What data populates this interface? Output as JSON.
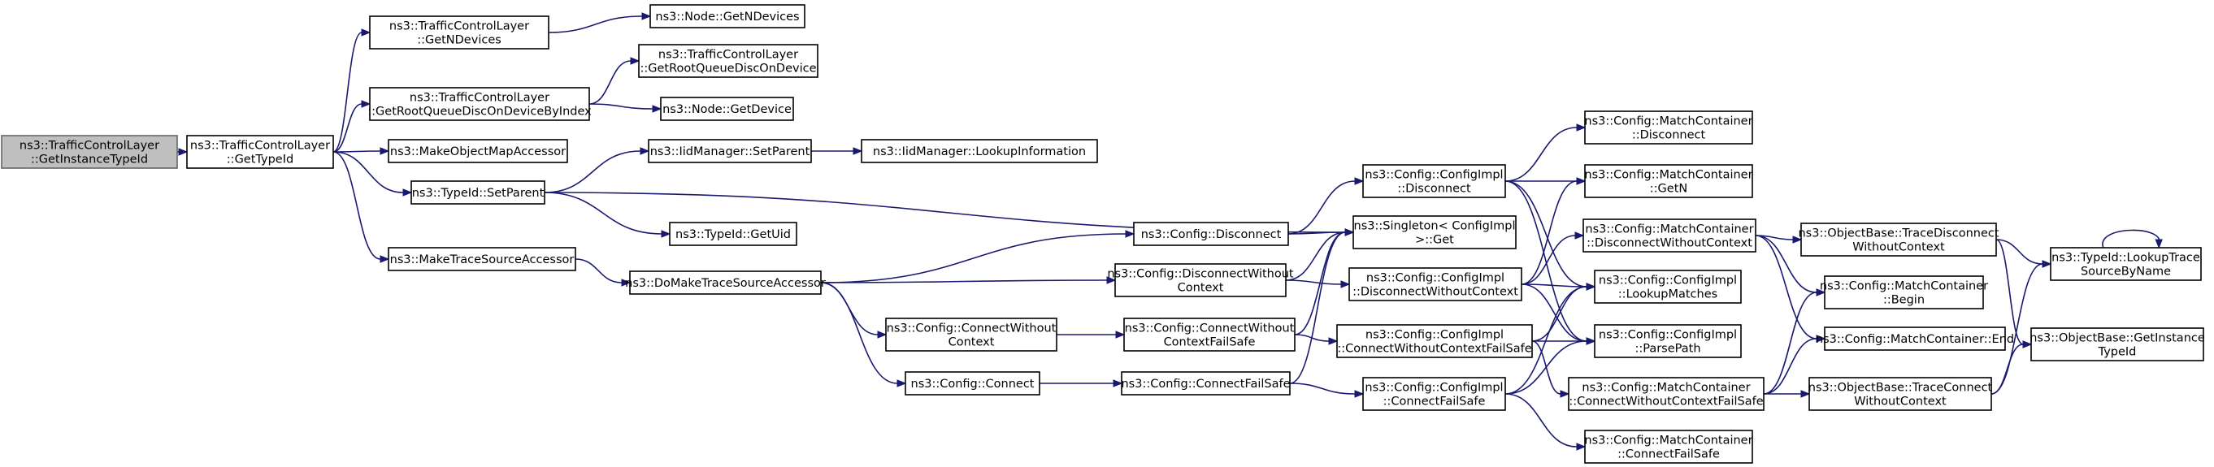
{
  "title": "",
  "nodes": {
    "root": [
      "ns3::TrafficControlLayer",
      "::GetInstanceTypeId"
    ],
    "gettypeid": [
      "ns3::TrafficControlLayer",
      "::GetTypeId"
    ],
    "getndev_tcl": [
      "ns3::TrafficControlLayer",
      "::GetNDevices"
    ],
    "node_getndev": [
      "ns3::Node::GetNDevices"
    ],
    "getrootbyindex": [
      "ns3::TrafficControlLayer",
      "::GetRootQueueDiscOnDeviceByIndex"
    ],
    "getrootondev": [
      "ns3::TrafficControlLayer",
      "::GetRootQueueDiscOnDevice"
    ],
    "node_getdev": [
      "ns3::Node::GetDevice"
    ],
    "mkmap": [
      "ns3::MakeObjectMapAccessor"
    ],
    "setparent": [
      "ns3::TypeId::SetParent"
    ],
    "iid_setparent": [
      "ns3::IidManager::SetParent"
    ],
    "iid_lookupinfo": [
      "ns3::IidManager::LookupInformation"
    ],
    "getuid": [
      "ns3::TypeId::GetUid"
    ],
    "mktrace": [
      "ns3::MakeTraceSourceAccessor"
    ],
    "domktrace": [
      "ns3::DoMakeTraceSourceAccessor"
    ],
    "cfg_disconnect": [
      "ns3::Config::Disconnect"
    ],
    "cfg_discwc": [
      "ns3::Config::DisconnectWithout",
      "Context"
    ],
    "cfg_connwc": [
      "ns3::Config::ConnectWithout",
      "Context"
    ],
    "cfg_connect": [
      "ns3::Config::Connect"
    ],
    "cfg_connwcfs": [
      "ns3::Config::ConnectWithout",
      "ContextFailSafe"
    ],
    "cfg_connfs": [
      "ns3::Config::ConnectFailSafe"
    ],
    "impl_disconnect": [
      "ns3::Config::ConfigImpl",
      "::Disconnect"
    ],
    "singleton": [
      "ns3::Singleton< ConfigImpl",
      " >::Get"
    ],
    "impl_discwc": [
      "ns3::Config::ConfigImpl",
      "::DisconnectWithoutContext"
    ],
    "impl_connwcfs": [
      "ns3::Config::ConfigImpl",
      "::ConnectWithoutContextFailSafe"
    ],
    "impl_connfs": [
      "ns3::Config::ConfigImpl",
      "::ConnectFailSafe"
    ],
    "mc_disconnect": [
      "ns3::Config::MatchContainer",
      "::Disconnect"
    ],
    "mc_getn": [
      "ns3::Config::MatchContainer",
      "::GetN"
    ],
    "mc_discwc": [
      "ns3::Config::MatchContainer",
      "::DisconnectWithoutContext"
    ],
    "impl_lookup": [
      "ns3::Config::ConfigImpl",
      "::LookupMatches"
    ],
    "impl_parse": [
      "ns3::Config::ConfigImpl",
      "::ParsePath"
    ],
    "mc_connwcfs": [
      "ns3::Config::MatchContainer",
      "::ConnectWithoutContextFailSafe"
    ],
    "mc_connfs": [
      "ns3::Config::MatchContainer",
      "::ConnectFailSafe"
    ],
    "ob_tracedisc": [
      "ns3::ObjectBase::TraceDisconnect",
      "WithoutContext"
    ],
    "mc_begin": [
      "ns3::Config::MatchContainer",
      "::Begin"
    ],
    "mc_end": [
      "ns3::Config::MatchContainer::End"
    ],
    "ob_traceconn": [
      "ns3::ObjectBase::TraceConnect",
      "WithoutContext"
    ],
    "typeid_lookup": [
      "ns3::TypeId::LookupTrace",
      "SourceByName"
    ],
    "ob_getinst": [
      "ns3::ObjectBase::GetInstance",
      "TypeId"
    ]
  },
  "edges": [
    [
      "root",
      "gettypeid"
    ],
    [
      "gettypeid",
      "getndev_tcl"
    ],
    [
      "gettypeid",
      "getrootbyindex"
    ],
    [
      "gettypeid",
      "mkmap"
    ],
    [
      "gettypeid",
      "setparent"
    ],
    [
      "gettypeid",
      "mktrace"
    ],
    [
      "getndev_tcl",
      "node_getndev"
    ],
    [
      "getrootbyindex",
      "getrootondev"
    ],
    [
      "getrootbyindex",
      "node_getdev"
    ],
    [
      "setparent",
      "iid_setparent"
    ],
    [
      "setparent",
      "getuid"
    ],
    [
      "setparent",
      "singleton"
    ],
    [
      "iid_setparent",
      "iid_lookupinfo"
    ],
    [
      "mktrace",
      "domktrace"
    ],
    [
      "domktrace",
      "cfg_disconnect"
    ],
    [
      "domktrace",
      "cfg_discwc"
    ],
    [
      "domktrace",
      "cfg_connwc"
    ],
    [
      "domktrace",
      "cfg_connect"
    ],
    [
      "cfg_disconnect",
      "impl_disconnect"
    ],
    [
      "cfg_disconnect",
      "singleton"
    ],
    [
      "cfg_discwc",
      "singleton"
    ],
    [
      "cfg_discwc",
      "impl_discwc"
    ],
    [
      "cfg_connwc",
      "cfg_connwcfs"
    ],
    [
      "cfg_connect",
      "cfg_connfs"
    ],
    [
      "cfg_connwcfs",
      "singleton"
    ],
    [
      "cfg_connwcfs",
      "impl_connwcfs"
    ],
    [
      "cfg_connfs",
      "singleton"
    ],
    [
      "cfg_connfs",
      "impl_connfs"
    ],
    [
      "impl_disconnect",
      "mc_disconnect"
    ],
    [
      "impl_disconnect",
      "mc_getn"
    ],
    [
      "impl_disconnect",
      "impl_lookup"
    ],
    [
      "impl_disconnect",
      "impl_parse"
    ],
    [
      "impl_discwc",
      "mc_getn"
    ],
    [
      "impl_discwc",
      "mc_discwc"
    ],
    [
      "impl_discwc",
      "impl_lookup"
    ],
    [
      "impl_discwc",
      "impl_parse"
    ],
    [
      "impl_connwcfs",
      "impl_lookup"
    ],
    [
      "impl_connwcfs",
      "impl_parse"
    ],
    [
      "impl_connwcfs",
      "mc_connwcfs"
    ],
    [
      "impl_connfs",
      "impl_lookup"
    ],
    [
      "impl_connfs",
      "impl_parse"
    ],
    [
      "impl_connfs",
      "mc_connfs"
    ],
    [
      "mc_discwc",
      "ob_tracedisc"
    ],
    [
      "mc_discwc",
      "mc_begin"
    ],
    [
      "mc_discwc",
      "mc_end"
    ],
    [
      "mc_connwcfs",
      "mc_begin"
    ],
    [
      "mc_connwcfs",
      "mc_end"
    ],
    [
      "mc_connwcfs",
      "ob_traceconn"
    ],
    [
      "ob_tracedisc",
      "typeid_lookup"
    ],
    [
      "ob_tracedisc",
      "ob_getinst"
    ],
    [
      "ob_traceconn",
      "typeid_lookup"
    ],
    [
      "ob_traceconn",
      "ob_getinst"
    ],
    [
      "typeid_lookup",
      "typeid_lookup"
    ]
  ]
}
